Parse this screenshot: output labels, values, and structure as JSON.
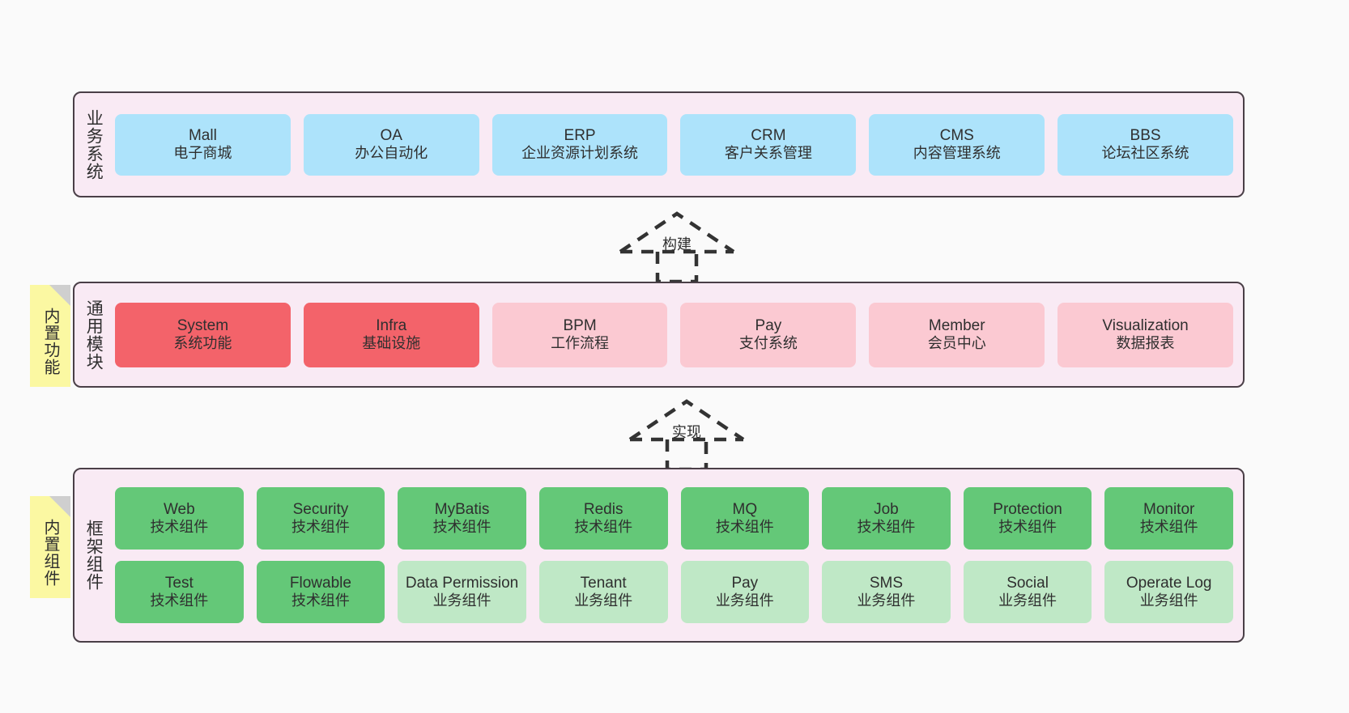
{
  "diagram": {
    "background": "#fafafa",
    "band_fill": "#f9eaf4",
    "band_stroke": "#4a3f47",
    "note_fill": "#fbf8a2"
  },
  "notes": [
    {
      "id": "builtin-features",
      "text": "内置功能"
    },
    {
      "id": "builtin-components",
      "text": "内置组件"
    }
  ],
  "arrows": [
    {
      "id": "build",
      "label": "构建",
      "style": "dashed-hollow-triangle"
    },
    {
      "id": "realize",
      "label": "实现",
      "style": "dashed-hollow-triangle"
    }
  ],
  "layers": [
    {
      "id": "business",
      "label": "业务系统",
      "rows": [
        {
          "cells": [
            {
              "en": "Mall",
              "cn": "电子商城",
              "color": "#ade3fb",
              "swatch": "c-blue"
            },
            {
              "en": "OA",
              "cn": "办公自动化",
              "color": "#ade3fb",
              "swatch": "c-blue"
            },
            {
              "en": "ERP",
              "cn": "企业资源计划系统",
              "color": "#ade3fb",
              "swatch": "c-blue"
            },
            {
              "en": "CRM",
              "cn": "客户关系管理",
              "color": "#ade3fb",
              "swatch": "c-blue"
            },
            {
              "en": "CMS",
              "cn": "内容管理系统",
              "color": "#ade3fb",
              "swatch": "c-blue"
            },
            {
              "en": "BBS",
              "cn": "论坛社区系统",
              "color": "#ade3fb",
              "swatch": "c-blue"
            }
          ]
        }
      ]
    },
    {
      "id": "modules",
      "label": "通用模块",
      "rows": [
        {
          "cells": [
            {
              "en": "System",
              "cn": "系统功能",
              "color": "#f3636a",
              "swatch": "c-red"
            },
            {
              "en": "Infra",
              "cn": "基础设施",
              "color": "#f3636a",
              "swatch": "c-red"
            },
            {
              "en": "BPM",
              "cn": "工作流程",
              "color": "#fbc9d2",
              "swatch": "c-pink"
            },
            {
              "en": "Pay",
              "cn": "支付系统",
              "color": "#fbc9d2",
              "swatch": "c-pink"
            },
            {
              "en": "Member",
              "cn": "会员中心",
              "color": "#fbc9d2",
              "swatch": "c-pink"
            },
            {
              "en": "Visualization",
              "cn": "数据报表",
              "color": "#fbc9d2",
              "swatch": "c-pink"
            }
          ]
        }
      ]
    },
    {
      "id": "framework",
      "label": "框架组件",
      "rows": [
        {
          "cells": [
            {
              "en": "Web",
              "cn": "技术组件",
              "color": "#64c878",
              "swatch": "c-green"
            },
            {
              "en": "Security",
              "cn": "技术组件",
              "color": "#64c878",
              "swatch": "c-green"
            },
            {
              "en": "MyBatis",
              "cn": "技术组件",
              "color": "#64c878",
              "swatch": "c-green"
            },
            {
              "en": "Redis",
              "cn": "技术组件",
              "color": "#64c878",
              "swatch": "c-green"
            },
            {
              "en": "MQ",
              "cn": "技术组件",
              "color": "#64c878",
              "swatch": "c-green"
            },
            {
              "en": "Job",
              "cn": "技术组件",
              "color": "#64c878",
              "swatch": "c-green"
            },
            {
              "en": "Protection",
              "cn": "技术组件",
              "color": "#64c878",
              "swatch": "c-green"
            },
            {
              "en": "Monitor",
              "cn": "技术组件",
              "color": "#64c878",
              "swatch": "c-green"
            }
          ]
        },
        {
          "cells": [
            {
              "en": "Test",
              "cn": "技术组件",
              "color": "#64c878",
              "swatch": "c-green"
            },
            {
              "en": "Flowable",
              "cn": "技术组件",
              "color": "#64c878",
              "swatch": "c-green"
            },
            {
              "en": "Data Permission",
              "cn": "业务组件",
              "color": "#bfe8c6",
              "swatch": "c-lightgreen"
            },
            {
              "en": "Tenant",
              "cn": "业务组件",
              "color": "#bfe8c6",
              "swatch": "c-lightgreen"
            },
            {
              "en": "Pay",
              "cn": "业务组件",
              "color": "#bfe8c6",
              "swatch": "c-lightgreen"
            },
            {
              "en": "SMS",
              "cn": "业务组件",
              "color": "#bfe8c6",
              "swatch": "c-lightgreen"
            },
            {
              "en": "Social",
              "cn": "业务组件",
              "color": "#bfe8c6",
              "swatch": "c-lightgreen"
            },
            {
              "en": "Operate Log",
              "cn": "业务组件",
              "color": "#bfe8c6",
              "swatch": "c-lightgreen"
            }
          ]
        }
      ]
    }
  ]
}
